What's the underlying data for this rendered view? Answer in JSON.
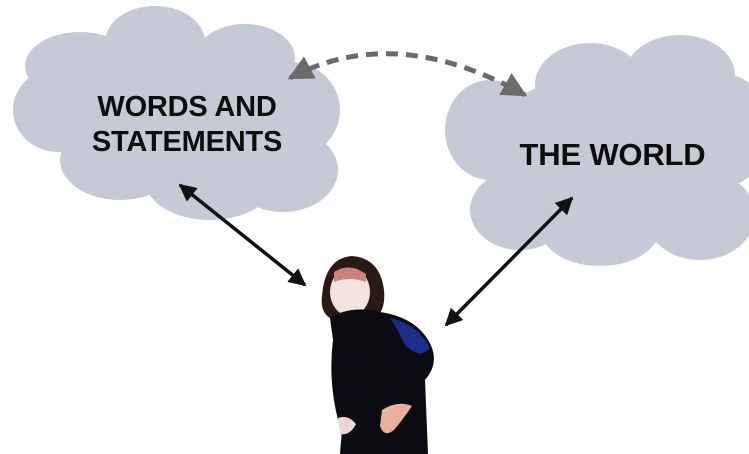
{
  "clouds": {
    "words": {
      "lines": [
        "WORDS AND",
        "STATEMENTS"
      ]
    },
    "world": {
      "text": "THE WORLD"
    }
  },
  "colors": {
    "cloud_fill": "#c6cad6",
    "arrow_solid": "#111111",
    "arrow_dashed": "#6b6b6b",
    "person_clothing": "#0b0b12"
  },
  "figure": {
    "icon": "person-figure-icon"
  }
}
